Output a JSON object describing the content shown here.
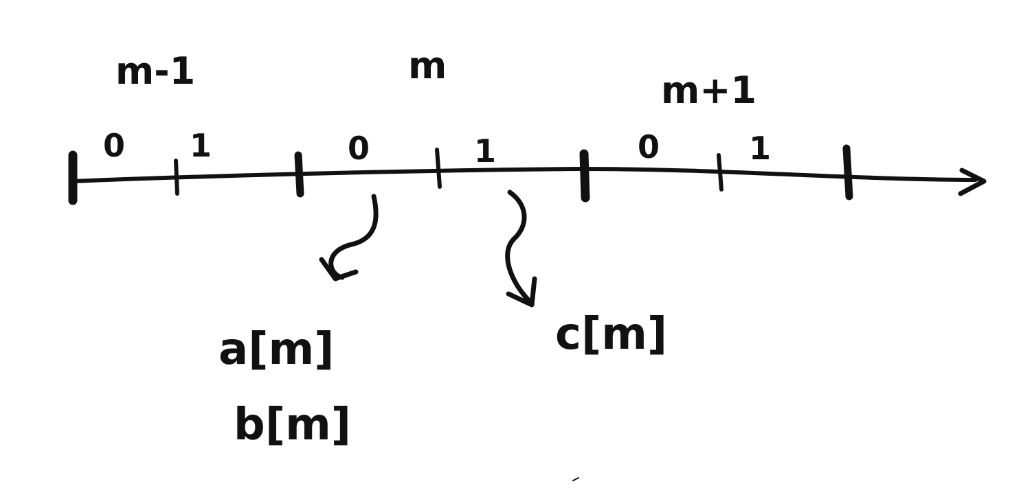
{
  "groups": [
    {
      "label": "m-1",
      "phases": [
        "0",
        "1"
      ]
    },
    {
      "label": "m",
      "phases": [
        "0",
        "1"
      ]
    },
    {
      "label": "m+1",
      "phases": [
        "0",
        "1"
      ]
    }
  ],
  "signals": {
    "phase_0": [
      "a[m]",
      "b[m]"
    ],
    "phase_1": [
      "c[m]"
    ]
  },
  "colors": {
    "ink": "#111111",
    "paper": "#ffffff"
  }
}
